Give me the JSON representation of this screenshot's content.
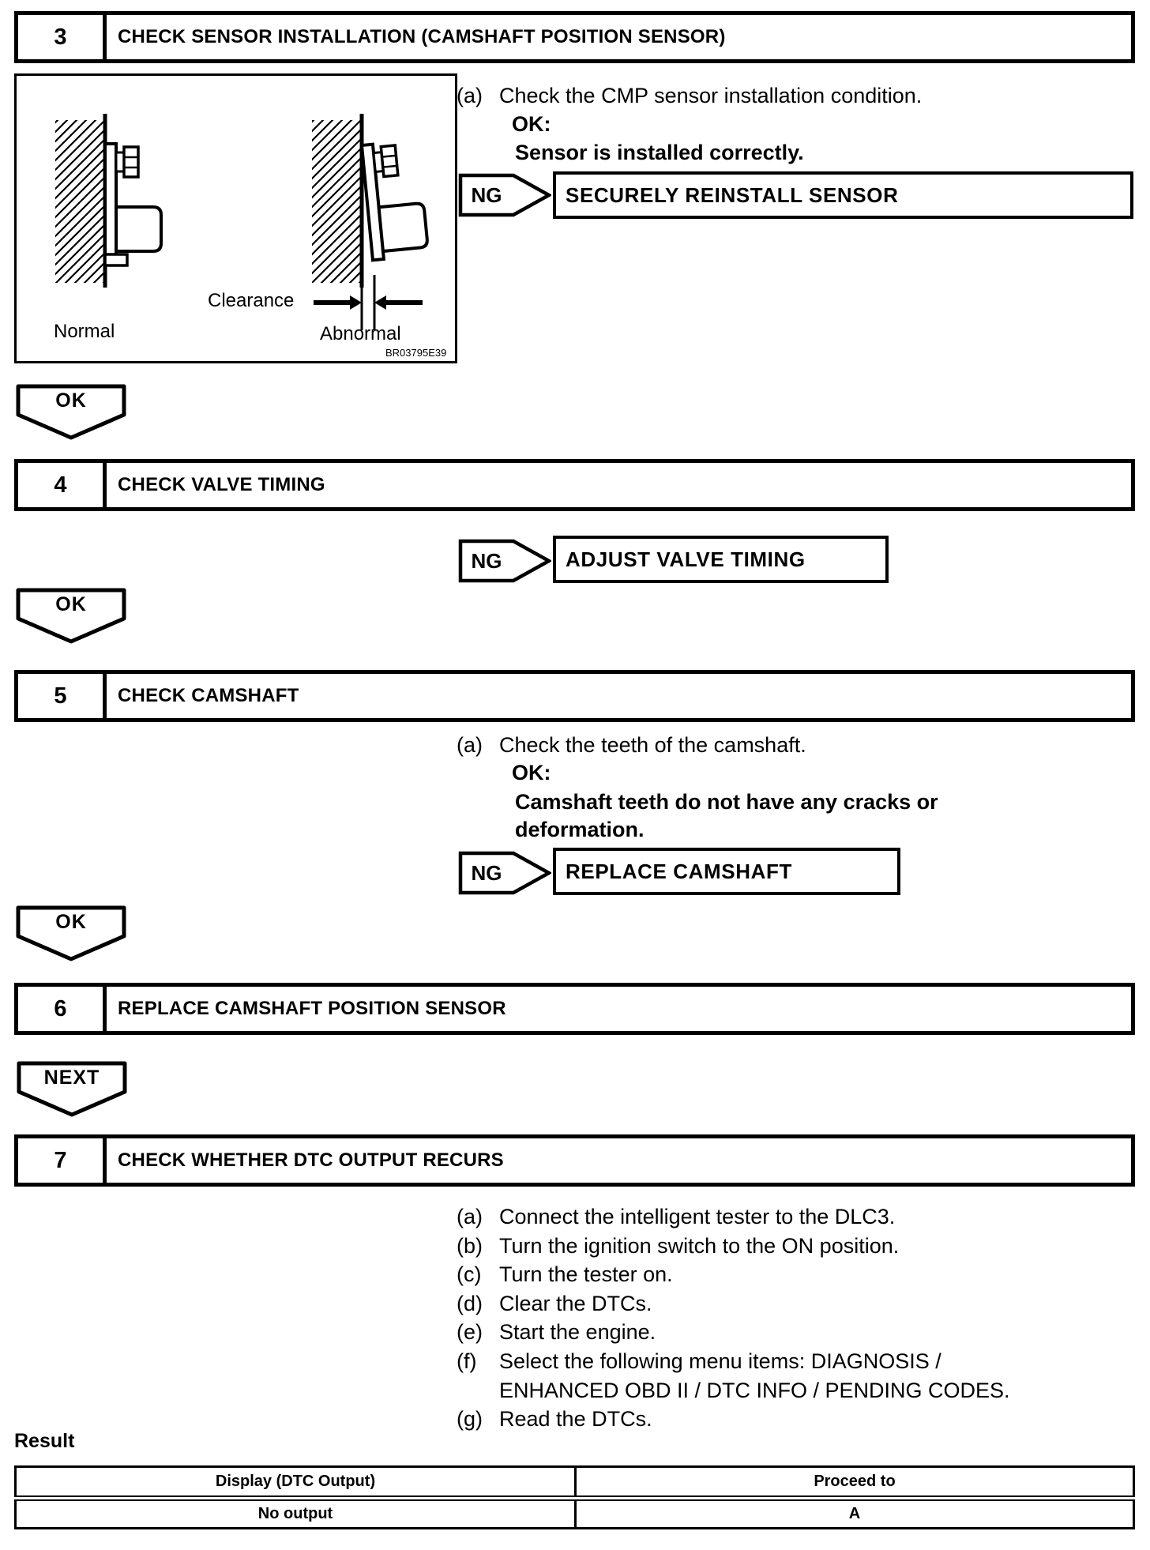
{
  "steps": [
    {
      "number": "3",
      "title": "CHECK SENSOR INSTALLATION (CAMSHAFT POSITION SENSOR)"
    },
    {
      "number": "4",
      "title": "CHECK VALVE TIMING"
    },
    {
      "number": "5",
      "title": "CHECK CAMSHAFT"
    },
    {
      "number": "6",
      "title": "REPLACE CAMSHAFT POSITION SENSOR"
    },
    {
      "number": "7",
      "title": "CHECK WHETHER DTC OUTPUT RECURS"
    }
  ],
  "figure": {
    "clearance_label": "Clearance",
    "normal_label": "Normal",
    "abnormal_label": "Abnormal",
    "image_code": "BR03795E39"
  },
  "step3": {
    "item_marker": "(a)",
    "item_text": "Check the CMP sensor installation condition.",
    "ok_heading": "OK:",
    "ok_condition": "Sensor is installed correctly.",
    "ng_label": "NG",
    "ng_action": "SECURELY REINSTALL SENSOR"
  },
  "step4": {
    "ng_label": "NG",
    "ng_action": "ADJUST VALVE TIMING"
  },
  "step5": {
    "item_marker": "(a)",
    "item_text": "Check the teeth of the camshaft.",
    "ok_heading": "OK:",
    "ok_condition": "Camshaft teeth do not have any cracks or deformation.",
    "ng_label": "NG",
    "ng_action": "REPLACE CAMSHAFT"
  },
  "connectors": {
    "ok_label": "OK",
    "next_label": "NEXT"
  },
  "step7": {
    "items": [
      {
        "marker": "(a)",
        "text": "Connect the intelligent tester to the DLC3."
      },
      {
        "marker": "(b)",
        "text": "Turn the ignition switch to the ON position."
      },
      {
        "marker": "(c)",
        "text": "Turn the tester on."
      },
      {
        "marker": "(d)",
        "text": "Clear the DTCs."
      },
      {
        "marker": "(e)",
        "text": "Start the engine."
      },
      {
        "marker": "(f)",
        "text": "Select the following menu items: DIAGNOSIS / ENHANCED OBD II / DTC INFO / PENDING CODES."
      },
      {
        "marker": "(g)",
        "text": "Read the DTCs."
      }
    ]
  },
  "result": {
    "heading": "Result",
    "table": {
      "headers": [
        "Display (DTC Output)",
        "Proceed to"
      ],
      "rows": [
        [
          "No output",
          "A"
        ]
      ]
    }
  }
}
